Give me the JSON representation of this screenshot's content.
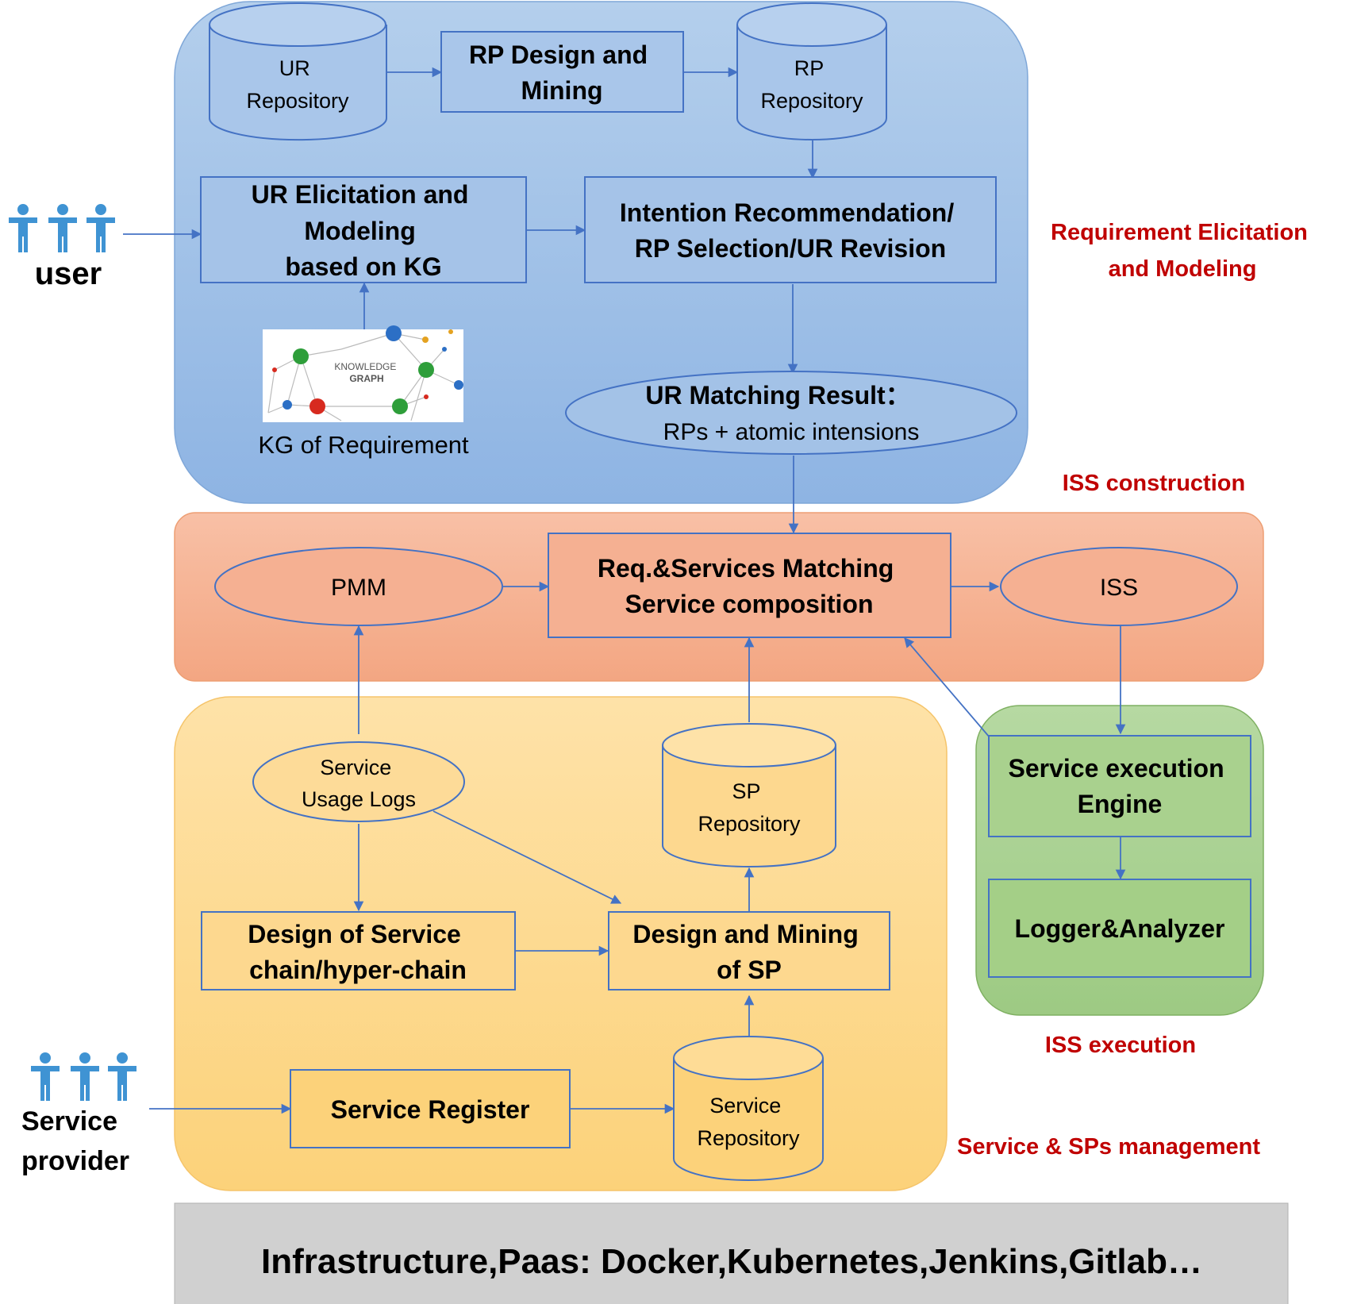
{
  "colors": {
    "blue_region": "#9DC3E6",
    "orange_region": "#F4B183",
    "yellow_region": "#FFD966",
    "green_region": "#A9D18E",
    "gray_bar": "#D0D0D0",
    "node_stroke": "#4472C4",
    "section_label": "#C00000"
  },
  "icons": {
    "user": "person-group-icon",
    "provider": "person-group-icon",
    "kg": "knowledge-graph-image"
  },
  "sections": {
    "requirement": [
      "Requirement  Elicitation",
      "and Modeling"
    ],
    "construction": "ISS construction",
    "execution": "ISS execution",
    "management": "Service & SPs management"
  },
  "actors": {
    "user": "user",
    "provider": [
      "Service",
      "provider"
    ]
  },
  "nodes": {
    "ur_repo": [
      "UR",
      "Repository"
    ],
    "rp_design": [
      "RP Design and",
      "Mining"
    ],
    "rp_repo": [
      "RP",
      "Repository"
    ],
    "ur_elicit": [
      "UR Elicitation and",
      "Modeling",
      "based on KG"
    ],
    "intention": [
      "Intention Recommendation/",
      "RP Selection/UR Revision"
    ],
    "kg_image": [
      "KNOWLEDGE",
      "GRAPH"
    ],
    "kg_label": "KG of Requirement",
    "ur_match": [
      "UR Matching Result：",
      "RPs + atomic intensions"
    ],
    "pmm": "PMM",
    "req_match": [
      "Req.&Services Matching",
      "Service composition"
    ],
    "iss": "ISS",
    "usage_logs": [
      "Service",
      "Usage Logs"
    ],
    "sp_repo": [
      "SP",
      "Repository"
    ],
    "design_chain": [
      "Design of Service",
      "chain/hyper-chain"
    ],
    "design_sp": [
      "Design and Mining",
      "of SP"
    ],
    "service_register": "Service Register",
    "service_repo": [
      "Service",
      "Repository"
    ],
    "exec_engine": [
      "Service execution",
      "Engine"
    ],
    "logger": "Logger&Analyzer"
  },
  "infrastructure": "Infrastructure,Paas: Docker,Kubernetes,Jenkins,Gitlab…"
}
